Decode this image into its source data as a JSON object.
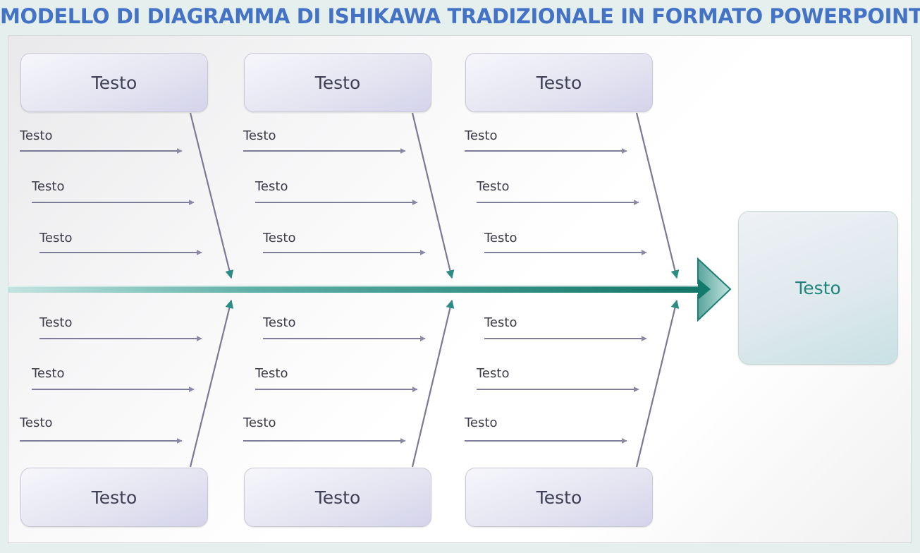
{
  "title": "MODELLO DI DIAGRAMMA DI ISHIKAWA TRADIZIONALE IN FORMATO POWERPOINT",
  "effect": {
    "label": "Testo"
  },
  "categories": {
    "top": [
      {
        "label": "Testo",
        "causes": [
          "Testo",
          "Testo",
          "Testo"
        ]
      },
      {
        "label": "Testo",
        "causes": [
          "Testo",
          "Testo",
          "Testo"
        ]
      },
      {
        "label": "Testo",
        "causes": [
          "Testo",
          "Testo",
          "Testo"
        ]
      }
    ],
    "bottom": [
      {
        "label": "Testo",
        "causes": [
          "Testo",
          "Testo",
          "Testo"
        ]
      },
      {
        "label": "Testo",
        "causes": [
          "Testo",
          "Testo",
          "Testo"
        ]
      },
      {
        "label": "Testo",
        "causes": [
          "Testo",
          "Testo",
          "Testo"
        ]
      }
    ]
  },
  "colors": {
    "title": "#4472c4",
    "spine_start": "#b7dcd8",
    "spine_end": "#137a6e",
    "bone": "#7c7c96",
    "bone_arrow": "#2a8c82",
    "cause_line": "#3d3d5c"
  }
}
